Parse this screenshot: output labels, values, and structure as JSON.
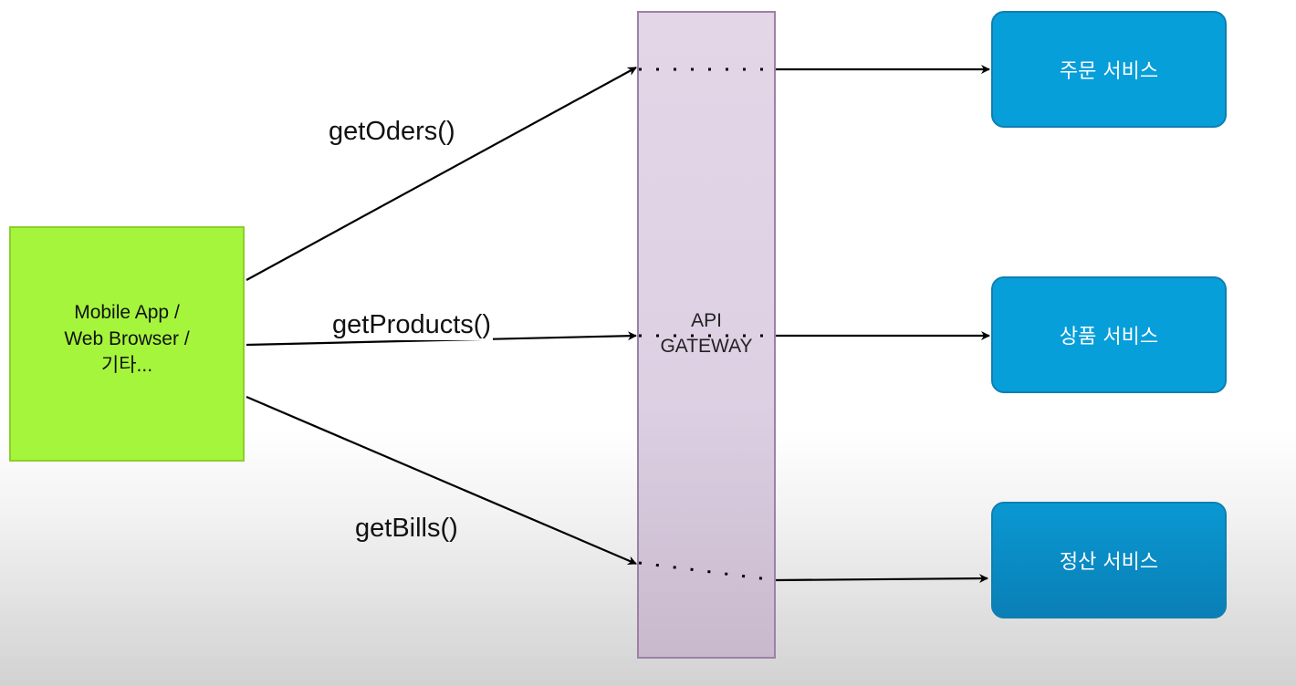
{
  "client": {
    "lines": [
      "Mobile App /",
      "Web Browser /",
      "기타..."
    ],
    "color": "#a5f53c"
  },
  "gateway": {
    "lines": [
      "API",
      "GATEWAY"
    ],
    "color": "#ddd0e3"
  },
  "edges": {
    "orders": "getOders()",
    "products": "getProducts()",
    "bills": "getBills()"
  },
  "services": {
    "order": "주문 서비스",
    "product": "상품 서비스",
    "bill": "정산 서비스",
    "color": "#079fda"
  }
}
